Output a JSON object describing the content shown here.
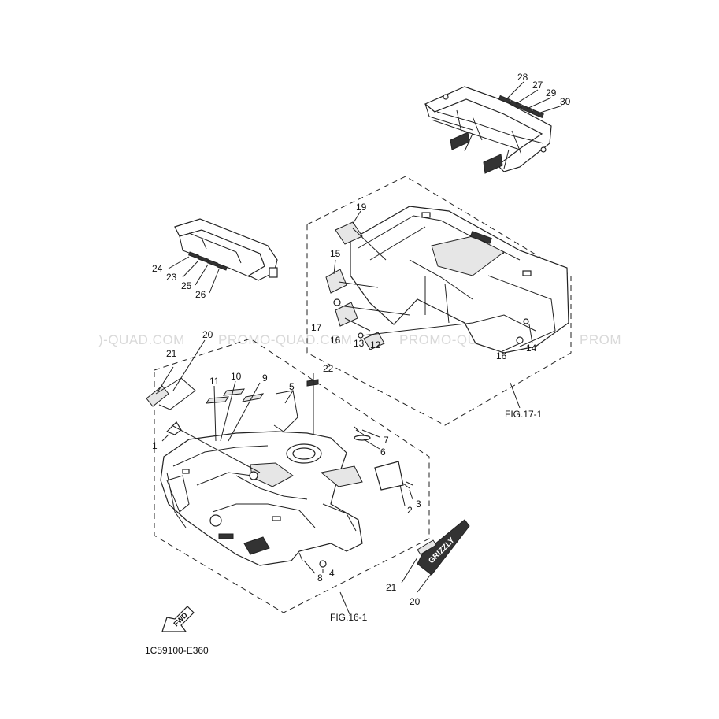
{
  "callouts": [
    {
      "id": "c1",
      "text": "1"
    },
    {
      "id": "c2",
      "text": "2"
    },
    {
      "id": "c3",
      "text": "3"
    },
    {
      "id": "c4",
      "text": "4"
    },
    {
      "id": "c5",
      "text": "5"
    },
    {
      "id": "c6",
      "text": "6"
    },
    {
      "id": "c7",
      "text": "7"
    },
    {
      "id": "c8",
      "text": "8"
    },
    {
      "id": "c9",
      "text": "9"
    },
    {
      "id": "c10",
      "text": "10"
    },
    {
      "id": "c11",
      "text": "11"
    },
    {
      "id": "c12",
      "text": "12"
    },
    {
      "id": "c13",
      "text": "13"
    },
    {
      "id": "c14",
      "text": "14"
    },
    {
      "id": "c15",
      "text": "15"
    },
    {
      "id": "c16a",
      "text": "16"
    },
    {
      "id": "c16b",
      "text": "16"
    },
    {
      "id": "c17",
      "text": "17"
    },
    {
      "id": "c19",
      "text": "19"
    },
    {
      "id": "c20a",
      "text": "20"
    },
    {
      "id": "c20b",
      "text": "20"
    },
    {
      "id": "c21a",
      "text": "21"
    },
    {
      "id": "c21b",
      "text": "21"
    },
    {
      "id": "c22",
      "text": "22"
    },
    {
      "id": "c23",
      "text": "23"
    },
    {
      "id": "c24",
      "text": "24"
    },
    {
      "id": "c25",
      "text": "25"
    },
    {
      "id": "c26",
      "text": "26"
    },
    {
      "id": "c27",
      "text": "27"
    },
    {
      "id": "c28",
      "text": "28"
    },
    {
      "id": "c29",
      "text": "29"
    },
    {
      "id": "c30",
      "text": "30"
    }
  ],
  "fig_refs": {
    "front": "FIG.16-1",
    "rear": "FIG.17-1"
  },
  "diagram_code": "1C59100-E360",
  "fwd_label": "FWD",
  "brand_decal": "GRIZZLY",
  "watermark": {
    "a": ")-QUAD.COM",
    "b": "PROMO-QUAD.COM",
    "c": "PROMO-QUAD.COM",
    "d": "PROM"
  }
}
